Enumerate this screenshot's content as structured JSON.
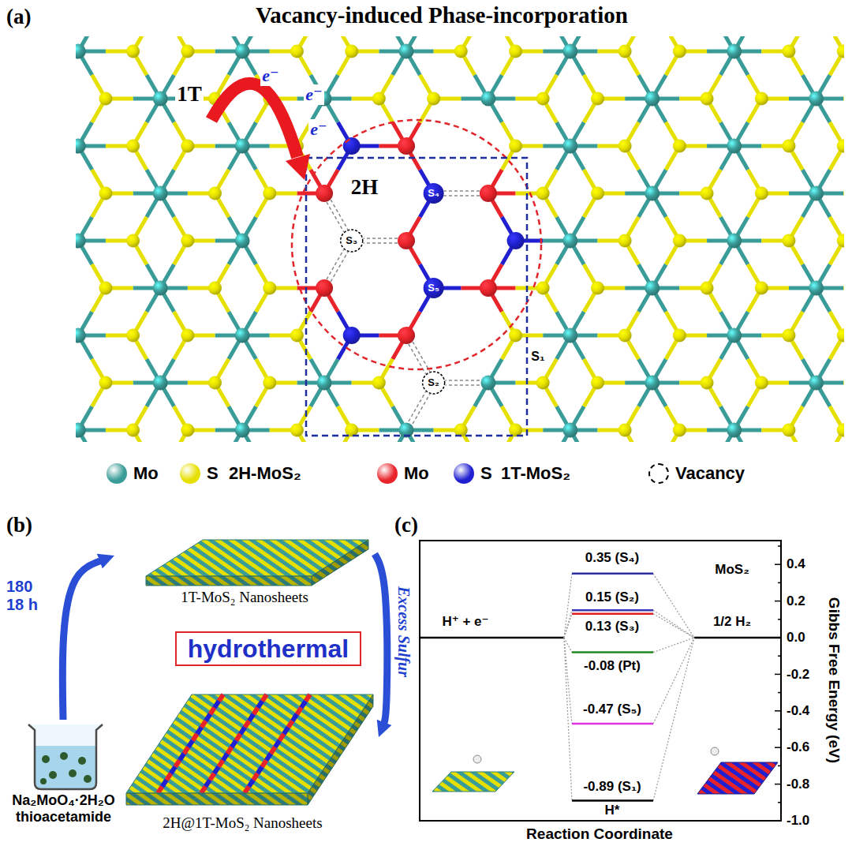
{
  "diagram": {
    "title": "Vacancy-induced Phase-incorporation",
    "nodes": [
      {
        "text": [
          "1T-MoS₂ Nanosheets"
        ]
      },
      {
        "text": [
          "hydrothermal"
        ]
      },
      {
        "text": [
          "Na₂MoO₄·2H₂O thioacetamide"
        ]
      },
      {
        "text": [
          "2H@1T-MoS₂ Nanosheets"
        ]
      }
    ],
    "edges": [
      {
        "from": 2,
        "to": 0,
        "label": "180 18 h",
        "arrow": "to"
      },
      {
        "from": 0,
        "to": 3,
        "label": "Excess Sulfur",
        "arrow": "to"
      }
    ],
    "labels": [
      "(a)",
      "1T",
      "e⁻",
      "e⁻",
      "e⁻",
      "2H",
      "S₄",
      "S₃",
      "S₅",
      "S₁",
      "S₂",
      "2H-MoS₂",
      "1T-MoS₂",
      "(b)",
      "(c)",
      "MoS₂",
      "0.35 (S₄)",
      "0.15 (S₂)",
      "H⁺ + e⁻",
      "1/2 H₂",
      "0.13 (S₃)",
      "-0.08 (Pt)",
      "-0.47 (S₅)",
      "-0.89 (S₁)",
      "H*",
      "0.4",
      "0.2",
      "0.0",
      "-0.2",
      "-0.4",
      "-0.6",
      "-0.8",
      "-1.0",
      "Gibbs Free Energy (eV)",
      "Reaction Coordinate"
    ],
    "legend": [
      {
        "text": "Mo",
        "color": "#3a9c98"
      },
      {
        "text": "S",
        "color": "#e6e000"
      },
      {
        "text": "Mo",
        "color": "#e8232a"
      },
      {
        "text": "S",
        "color": "#2020d0"
      },
      {
        "text": "Vacancy"
      }
    ]
  }
}
